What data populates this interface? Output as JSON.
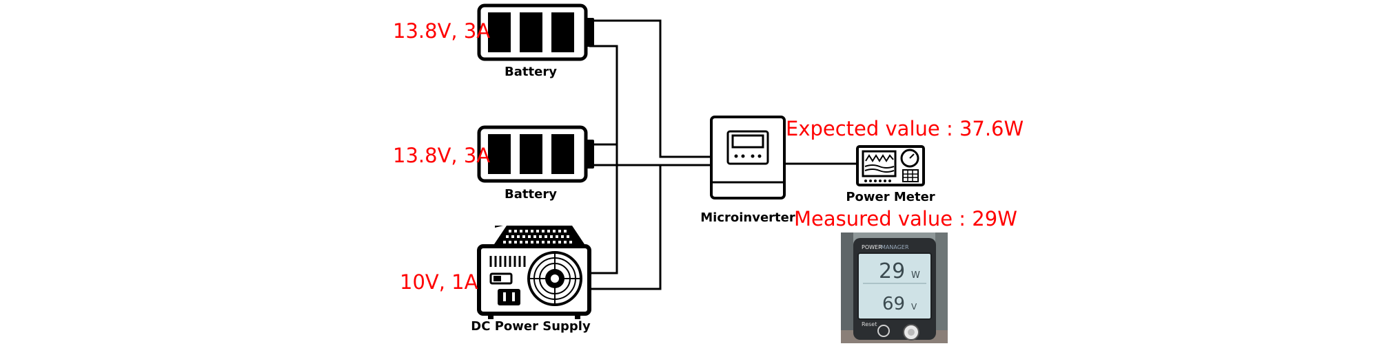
{
  "components": {
    "battery_top": {
      "label": "Battery",
      "spec": "13.8V, 3A"
    },
    "battery_middle": {
      "label": "Battery",
      "spec": "13.8V, 3A"
    },
    "dc_power_supply": {
      "label": "DC Power Supply",
      "spec": "10V, 1A"
    },
    "microinverter": {
      "label": "Microinverter"
    },
    "power_meter": {
      "label": "Power Meter"
    }
  },
  "annotations": {
    "expected": "Expected value : 37.6W",
    "measured": "Measured value : 29W"
  },
  "meter_photo": {
    "brand_left": "POWER",
    "brand_right": "MANAGER",
    "reading_top": "29",
    "unit_top": "W",
    "reading_bottom": "69",
    "unit_bottom": "V",
    "reset_label": "Reset"
  },
  "colors": {
    "annotation": "#ff0000",
    "line": "#000000",
    "screen": "#cfe2e6",
    "photo_bg": "#8f9899"
  }
}
